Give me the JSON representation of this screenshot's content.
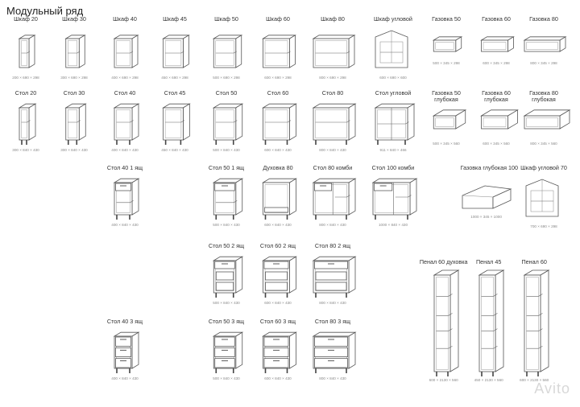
{
  "title": "Модульный ряд",
  "watermark": "Avito",
  "items": [
    {
      "label": "Шкаф 20",
      "dim": "200 × 690 × 298",
      "kind": "wall",
      "w": 20
    },
    {
      "label": "Шкаф 30",
      "dim": "300 × 690 × 298",
      "kind": "wall",
      "w": 30
    },
    {
      "label": "Шкаф 40",
      "dim": "400 × 690 × 298",
      "kind": "wall",
      "w": 40
    },
    {
      "label": "Шкаф 45",
      "dim": "450 × 690 × 298",
      "kind": "wall",
      "w": 45
    },
    {
      "label": "Шкаф 50",
      "dim": "500 × 690 × 298",
      "kind": "wall",
      "w": 50
    },
    {
      "label": "Шкаф 60",
      "dim": "600 × 690 × 298",
      "kind": "wall",
      "w": 60
    },
    {
      "label": "Шкаф 80",
      "dim": "800 × 690 × 298",
      "kind": "wall",
      "w": 80
    },
    {
      "label": "Шкаф угловой",
      "dim": "600 × 690 × 600",
      "kind": "wallcorner",
      "w": 70
    },
    {
      "label": "Газовка 50",
      "dim": "500 × 345 × 298",
      "kind": "gas",
      "w": 50
    },
    {
      "label": "Газовка 60",
      "dim": "600 × 345 × 298",
      "kind": "gas",
      "w": 60
    },
    {
      "label": "Газовка 80",
      "dim": "800 × 345 × 298",
      "kind": "gas",
      "w": 80
    },
    {
      "label": "Стол 20",
      "dim": "300 × 840 × 430",
      "kind": "base",
      "w": 20
    },
    {
      "label": "Стол 30",
      "dim": "300 × 840 × 430",
      "kind": "base",
      "w": 30
    },
    {
      "label": "Стол 40",
      "dim": "400 × 840 × 430",
      "kind": "base",
      "w": 40
    },
    {
      "label": "Стол 45",
      "dim": "450 × 840 × 430",
      "kind": "base",
      "w": 45
    },
    {
      "label": "Стол 50",
      "dim": "500 × 840 × 430",
      "kind": "base",
      "w": 50
    },
    {
      "label": "Стол 60",
      "dim": "600 × 840 × 430",
      "kind": "base",
      "w": 60
    },
    {
      "label": "Стол 80",
      "dim": "800 × 840 × 430",
      "kind": "base",
      "w": 80
    },
    {
      "label": "Стол угловой",
      "dim": "911 × 840 × 466",
      "kind": "basecorner",
      "w": 70
    },
    {
      "label": "Газовка 50\nглубокая",
      "dim": "500 × 345 × 560",
      "kind": "gasdeep",
      "w": 50
    },
    {
      "label": "Газовка 60\nглубокая",
      "dim": "600 × 345 × 560",
      "kind": "gasdeep",
      "w": 60
    },
    {
      "label": "Газовка 80\nглубокая",
      "dim": "800 × 345 × 560",
      "kind": "gasdeep",
      "w": 80
    },
    {
      "label": "Стол 40 1 ящ",
      "dim": "400 × 840 × 430",
      "kind": "drawer1",
      "w": 40
    },
    {
      "label": "Стол 50 1 ящ",
      "dim": "500 × 840 × 430",
      "kind": "drawer1",
      "w": 50
    },
    {
      "label": "Духовка 80",
      "dim": "600 × 840 × 430",
      "kind": "oven",
      "w": 60
    },
    {
      "label": "Стол 80 комби",
      "dim": "800 × 840 × 430",
      "kind": "combi",
      "w": 80
    },
    {
      "label": "Стол 100 комби",
      "dim": "1000 × 840 × 430",
      "kind": "combi",
      "w": 90
    },
    {
      "label": "Газовка глубокая 100",
      "dim": "1000 × 345 × 1000",
      "kind": "gascorner",
      "w": 100
    },
    {
      "label": "Шкаф угловой 70",
      "dim": "700 × 690 × 298",
      "kind": "wallcorner",
      "w": 60
    },
    {
      "label": "Стол 50 2 ящ",
      "dim": "500 × 840 × 430",
      "kind": "drawer2",
      "w": 50
    },
    {
      "label": "Стол 60 2 ящ",
      "dim": "600 × 840 × 430",
      "kind": "drawer2",
      "w": 60
    },
    {
      "label": "Стол 80 2 ящ",
      "dim": "800 × 840 × 430",
      "kind": "drawer2",
      "w": 80
    },
    {
      "label": "Пенал 60 духовка",
      "dim": "600 × 2130 × 560",
      "kind": "tall",
      "w": 60
    },
    {
      "label": "Пенал 45",
      "dim": "450 × 2130 × 560",
      "kind": "tall",
      "w": 45
    },
    {
      "label": "Пенал 60",
      "dim": "600 × 2130 × 560",
      "kind": "tall",
      "w": 60
    },
    {
      "label": "Стол 40 3 ящ",
      "dim": "400 × 840 × 430",
      "kind": "drawer3",
      "w": 40
    },
    {
      "label": "Стол 50 3 ящ",
      "dim": "500 × 840 × 430",
      "kind": "drawer3",
      "w": 50
    },
    {
      "label": "Стол 60 3 ящ",
      "dim": "600 × 840 × 430",
      "kind": "drawer3",
      "w": 60
    },
    {
      "label": "Стол 80 3 ящ",
      "dim": "800 × 840 × 430",
      "kind": "drawer3",
      "w": 80
    }
  ]
}
